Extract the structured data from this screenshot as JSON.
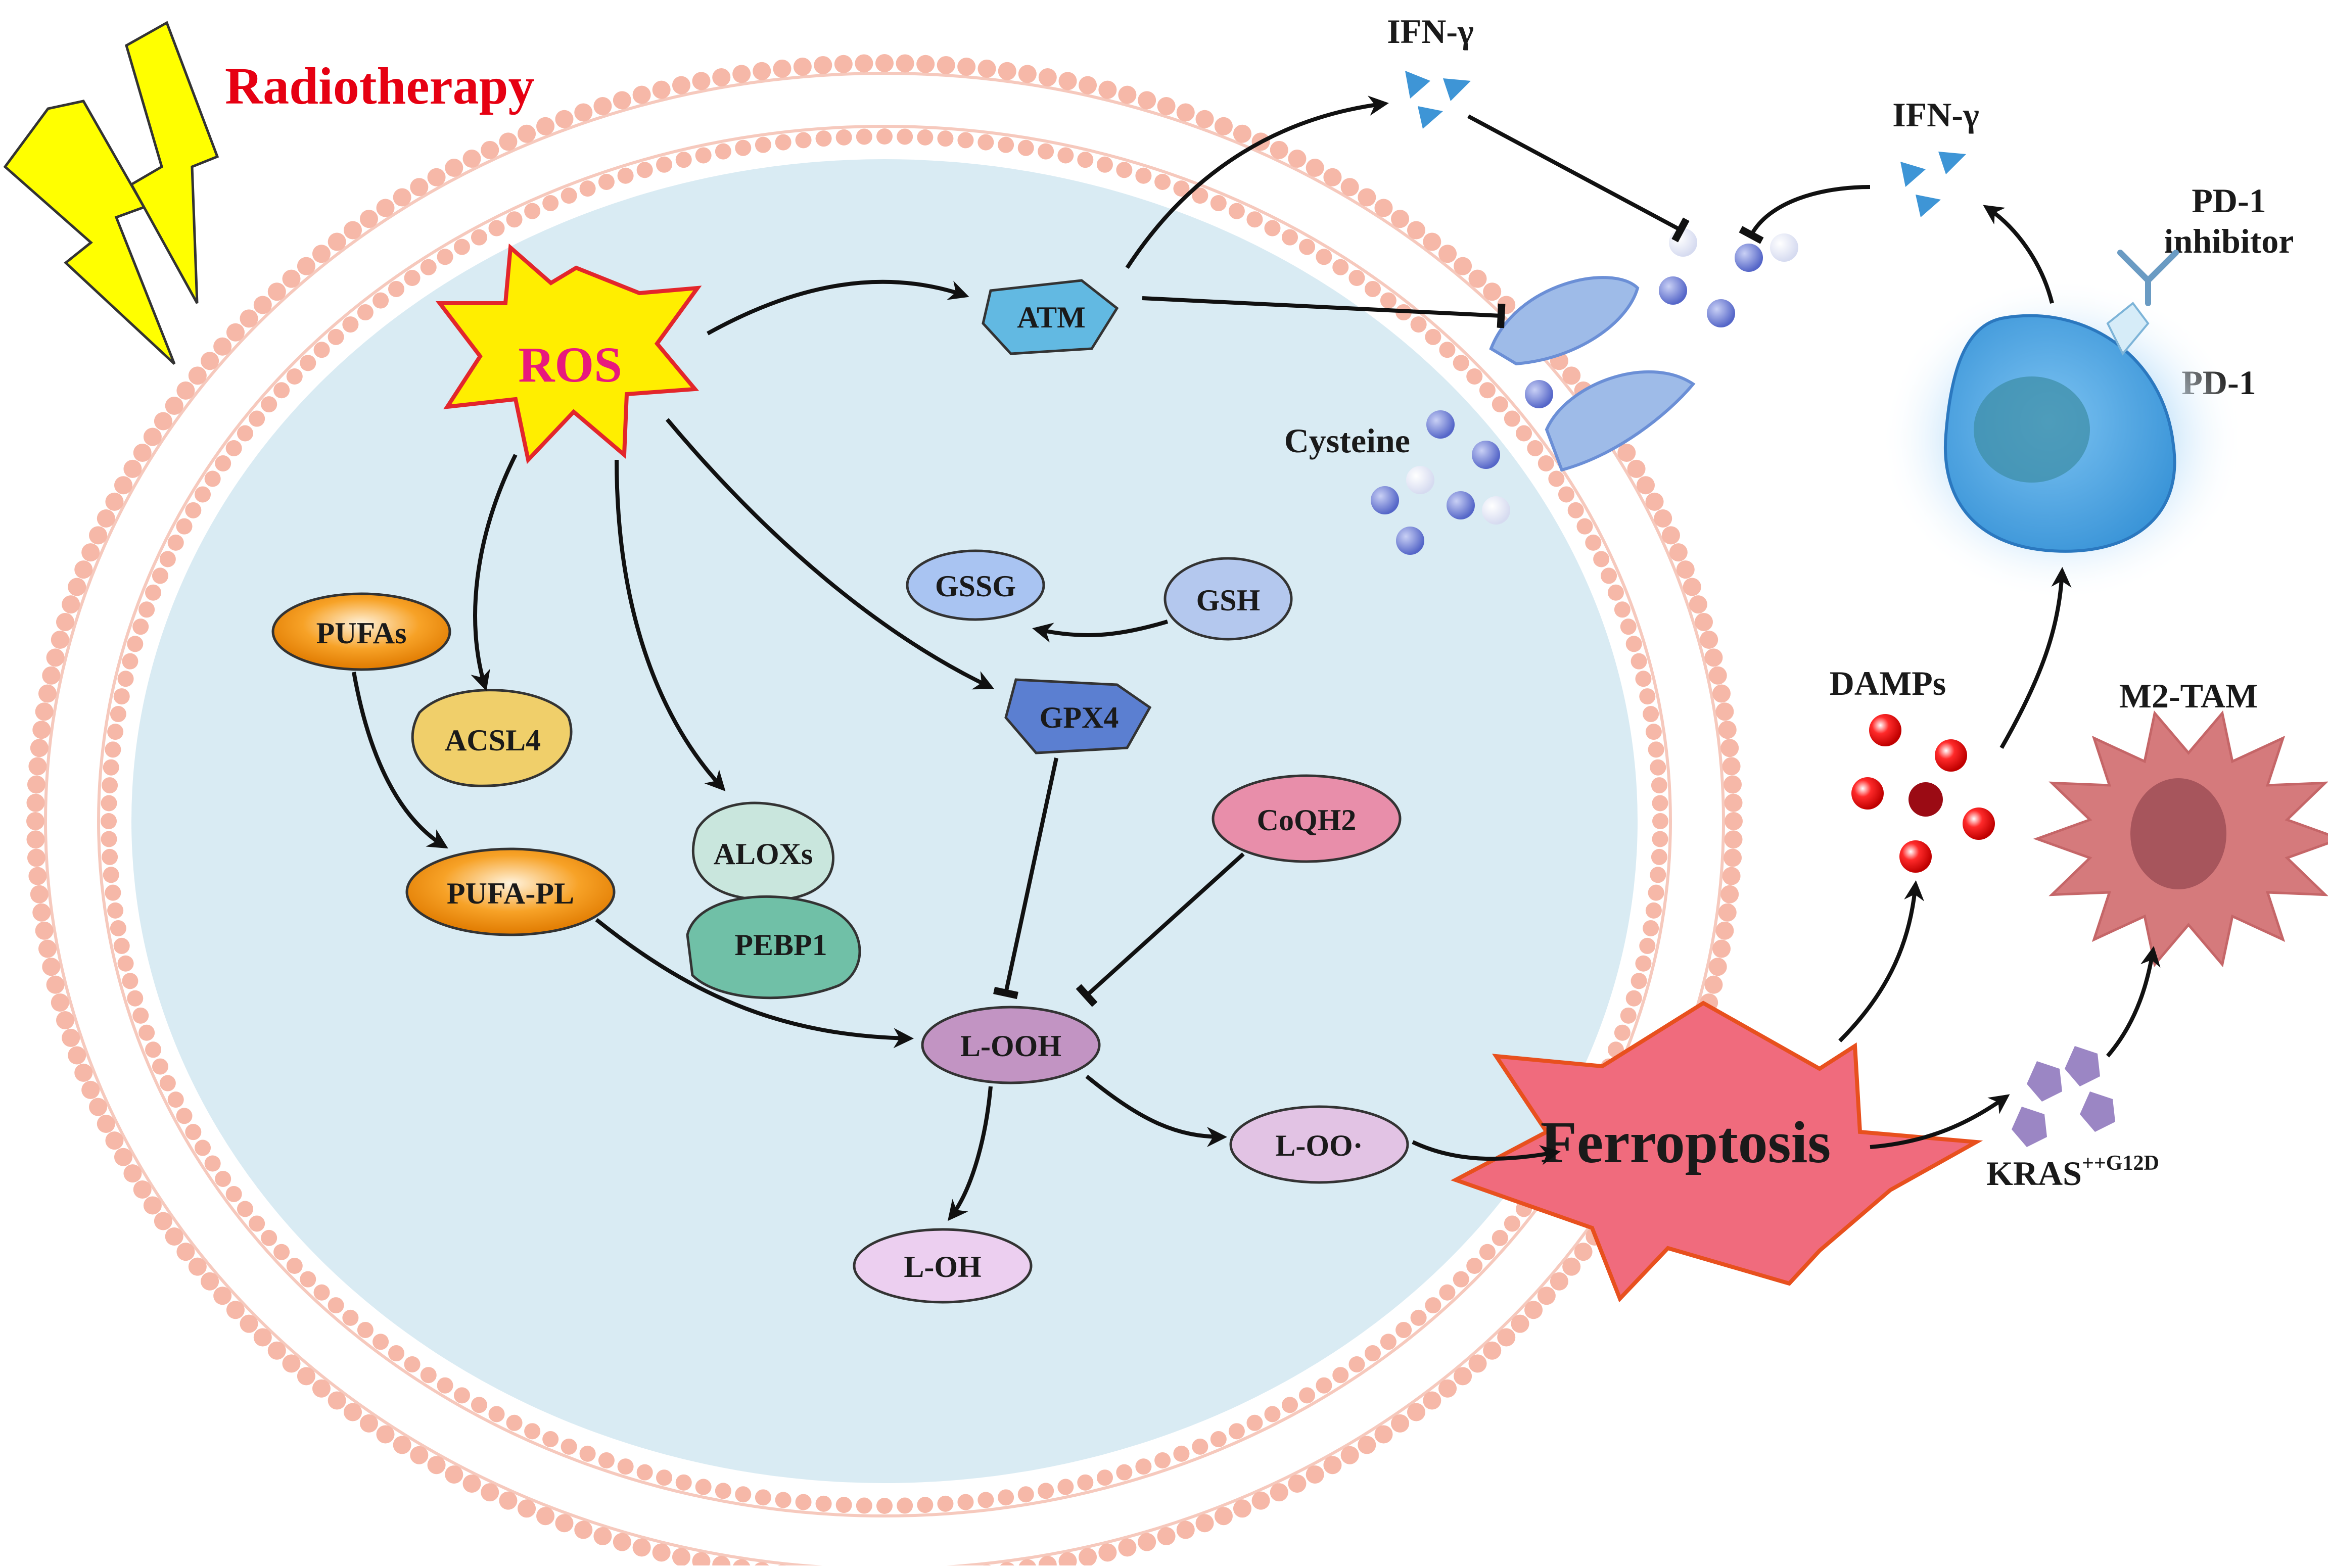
{
  "labels": {
    "radiotherapy": "Radiotherapy",
    "ros": "ROS",
    "atm": "ATM",
    "ifn_top": "IFN-γ",
    "ifn_right": "IFN-γ",
    "pd1_inhibitor_line1": "PD-1",
    "pd1_inhibitor_line2": "inhibitor",
    "pd1": "PD-1",
    "cysteine": "Cysteine",
    "gssg": "GSSG",
    "gsh": "GSH",
    "gpx4": "GPX4",
    "pufas": "PUFAs",
    "acsl4": "ACSL4",
    "pufa_pl": "PUFA-PL",
    "aloxs": "ALOXs",
    "pebp1": "PEBP1",
    "coqh2": "CoQH2",
    "l_ooh": "L-OOH",
    "l_oo": "L-OO·",
    "l_oh": "L-OH",
    "ferroptosis": "Ferroptosis",
    "damps": "DAMPs",
    "m2_tam": "M2-TAM",
    "kras_base": "KRAS",
    "kras_sup": "++G12D"
  },
  "colors": {
    "cytoplasm": "#d9ebf3",
    "membrane": "#f6b8a8",
    "ros_fill": "#ffee00",
    "ros_stroke": "#e3262b",
    "ros_text": "#e8197d",
    "radiotherapy_text": "#e60012",
    "lightning": "#ffff00",
    "ferroptosis_fill": "#f06b7d",
    "ferroptosis_stroke": "#e8501e",
    "t_cell": "#4fa8e6",
    "m2_tam": "#d57a7c",
    "damps": "#e8121b",
    "kras": "#9b86c4"
  },
  "icons": {
    "lightning": "lightning-bolt-icon",
    "ifn": "triangle-cluster-icon",
    "pd1_inhibitor": "antibody-y-icon",
    "transporter": "membrane-transporter-icon"
  }
}
